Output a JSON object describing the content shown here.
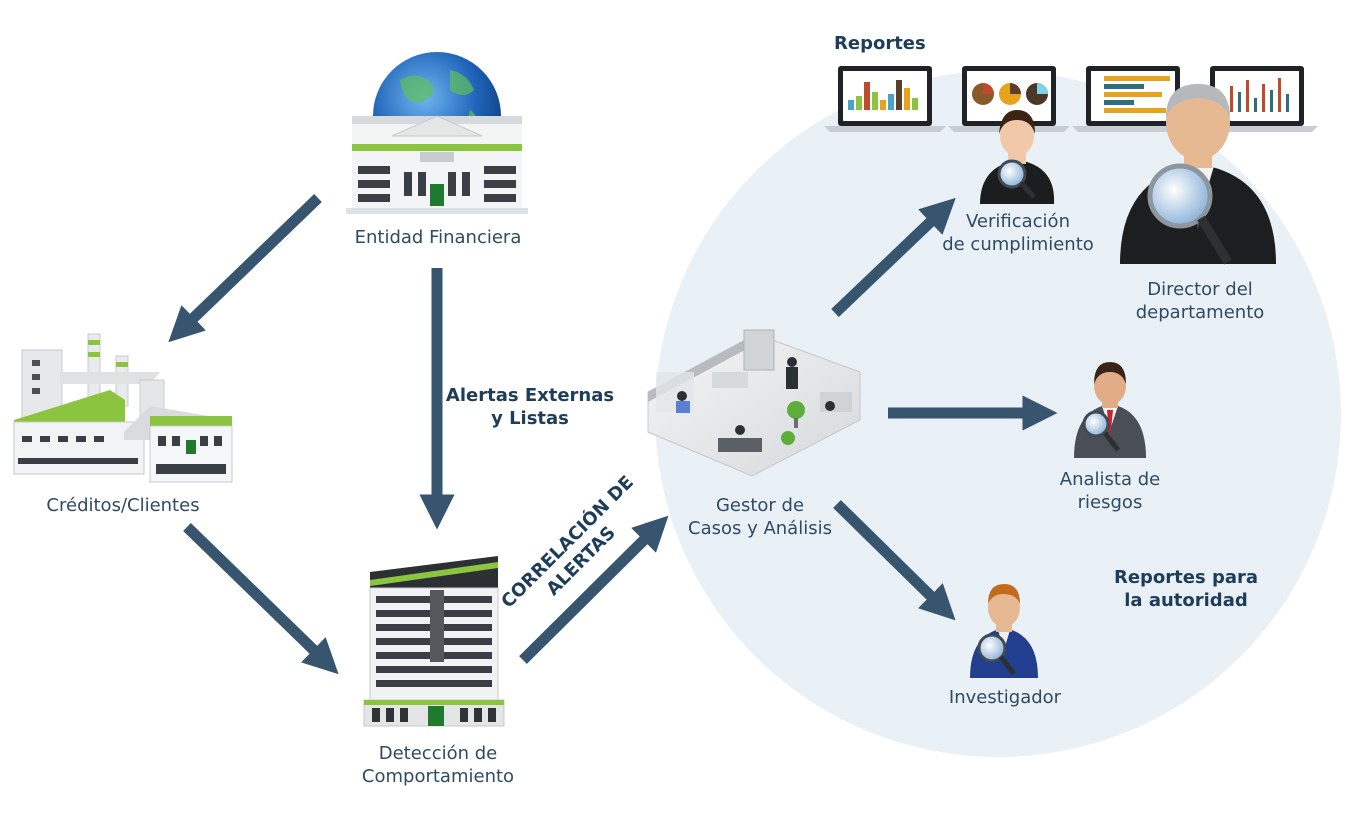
{
  "diagram": {
    "nodes": {
      "financial_entity": {
        "label": "Entidad Financiera",
        "icon": "bank-building-with-globe-icon"
      },
      "credits_clients": {
        "label": "Créditos/Clientes",
        "icon": "factory-icon"
      },
      "behavior_detection": {
        "label_line1": "Detección de",
        "label_line2": "Comportamiento",
        "icon": "office-tower-icon"
      },
      "case_manager": {
        "label_line1": "Gestor de",
        "label_line2": "Casos y Análisis",
        "icon": "office-workspace-icon"
      },
      "compliance": {
        "label_line1": "Verificación",
        "label_line2": "de cumplimiento",
        "icon": "woman-with-magnifier-icon"
      },
      "director": {
        "label_line1": "Director del",
        "label_line2": "departamento",
        "icon": "senior-man-with-magnifier-icon"
      },
      "risk_analyst": {
        "label_line1": "Analista de",
        "label_line2": "riesgos",
        "icon": "man-red-tie-magnifier-icon"
      },
      "investigator": {
        "label": "Investigador",
        "icon": "man-blue-suit-magnifier-icon"
      }
    },
    "edge_labels": {
      "external_alerts_line1": "Alertas Externas",
      "external_alerts_line2": "y Listas",
      "correlation_line1": "CORRELACIÓN DE",
      "correlation_line2": "ALERTAS"
    },
    "reports": {
      "label": "Reportes",
      "icon": "laptops-with-charts-icon"
    },
    "authority_reports": {
      "line1": "Reportes para",
      "line2": "la autoridad"
    },
    "colors": {
      "arrow": "#37556f",
      "circle": "#e9f0f6",
      "accent_green": "#8bc53f",
      "text": "#2f4b63"
    }
  }
}
